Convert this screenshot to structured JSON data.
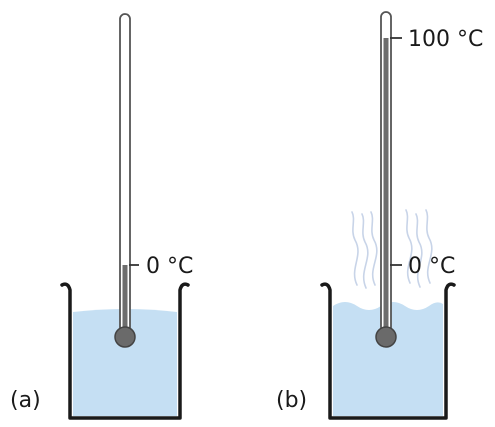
{
  "figure": {
    "panel_a": {
      "caption": "(a)",
      "mark_label": "0 °C",
      "state": "ice water at melting point"
    },
    "panel_b": {
      "caption": "(b)",
      "mark_labels": {
        "lower": "0 °C",
        "upper": "100 °C"
      },
      "state": "boiling water with steam"
    },
    "colors": {
      "water": "#c5dff3",
      "beaker_outline": "#1a1a1a",
      "mercury": "#6d6d6d",
      "thermometer_bulb": "#6a6a6a",
      "steam": "#c8d4e8"
    }
  }
}
